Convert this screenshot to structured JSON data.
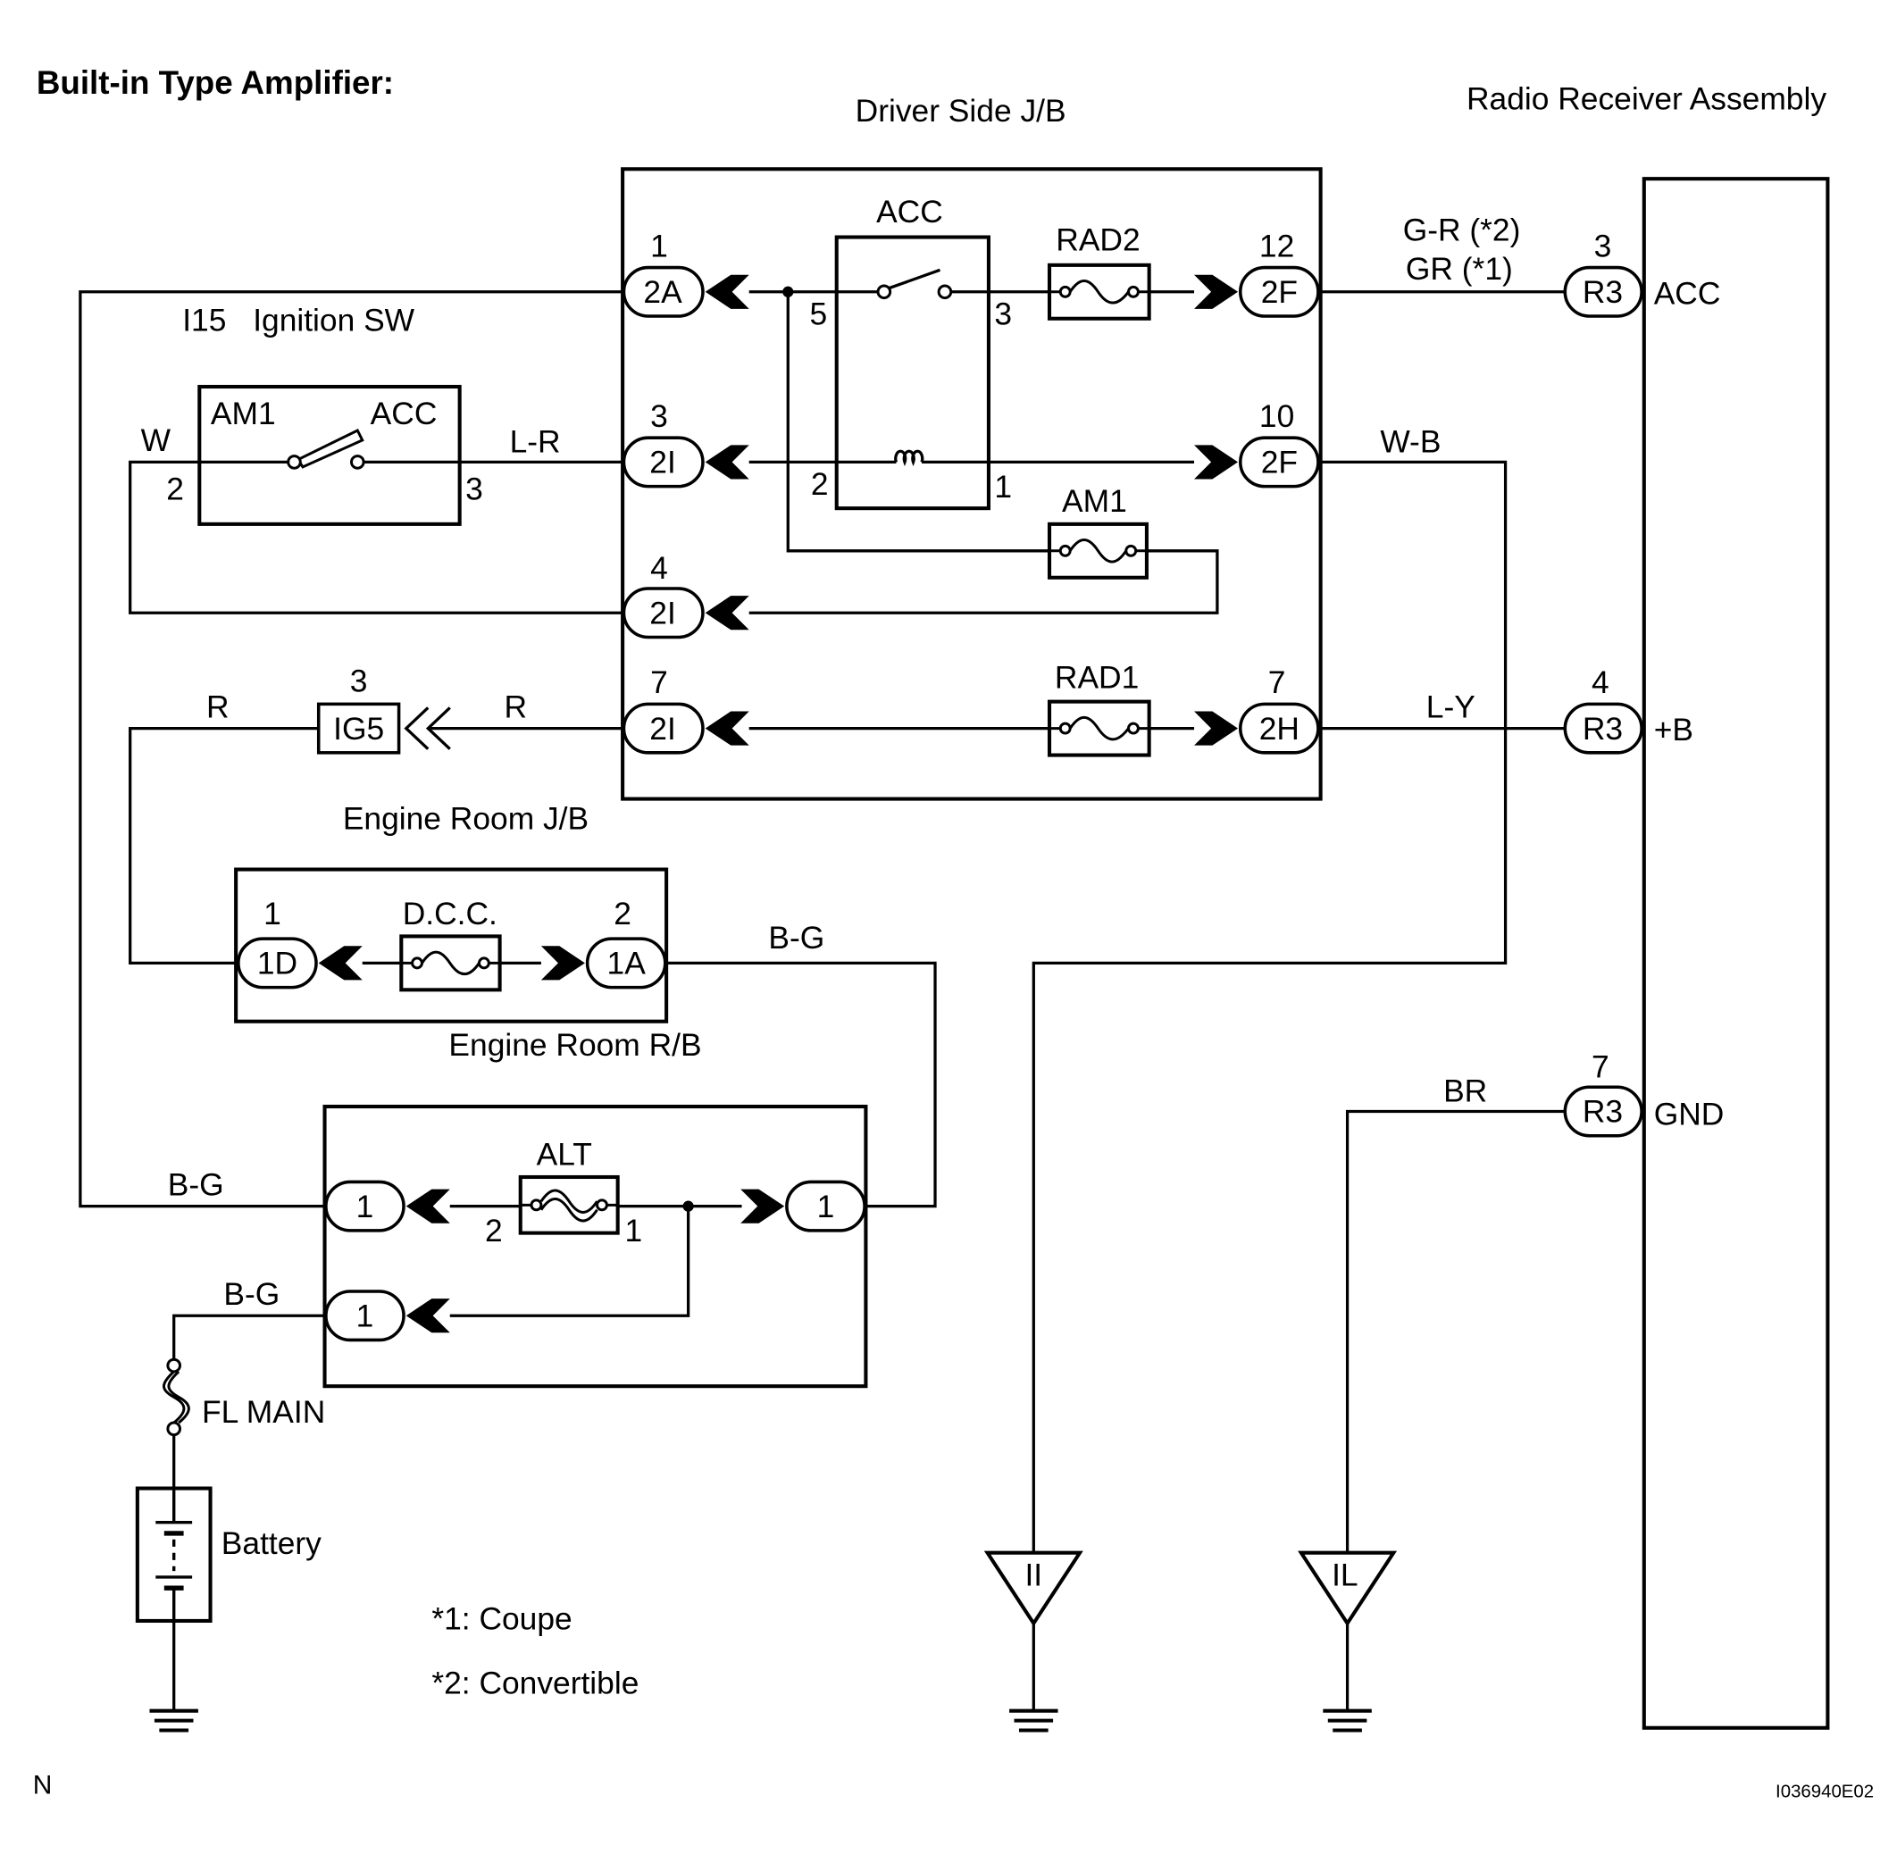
{
  "title": "Built-in Type Amplifier:",
  "driver_side_jb": {
    "label": "Driver Side J/B",
    "acc_relay": {
      "label": "ACC",
      "pin_5": "5",
      "pin_3": "3",
      "pin_2": "2",
      "pin_1": "1"
    },
    "fuse_rad2": "RAD2",
    "fuse_am1": "AM1",
    "fuse_rad1": "RAD1",
    "connectors": [
      {
        "pin": "1",
        "code": "2A"
      },
      {
        "pin": "3",
        "code": "2I"
      },
      {
        "pin": "4",
        "code": "2I"
      },
      {
        "pin": "7",
        "code": "2I"
      },
      {
        "pin": "12",
        "code": "2F"
      },
      {
        "pin": "10",
        "code": "2F"
      },
      {
        "pin": "7",
        "code": "2H"
      }
    ]
  },
  "ignition_switch": {
    "code": "I15",
    "name": "Ignition SW",
    "terminal_am1": "AM1",
    "terminal_acc": "ACC",
    "pin_am1": "2",
    "pin_acc": "3"
  },
  "engine_room_jb": {
    "label": "Engine Room J/B",
    "connector": {
      "pin": "3",
      "code": "IG5"
    }
  },
  "engine_room_rb": {
    "label": "Engine Room R/B",
    "fuse_dcc": "D.C.C.",
    "connectors": [
      {
        "pin": "1",
        "code": "1D"
      },
      {
        "pin": "2",
        "code": "1A"
      }
    ]
  },
  "alt_block": {
    "fuse_alt": "ALT",
    "pin_2": "2",
    "pin_1": "1",
    "connectors": [
      "1",
      "1",
      "1"
    ]
  },
  "radio_receiver": {
    "label": "Radio Receiver Assembly",
    "terminals": [
      {
        "pin": "3",
        "code": "R3",
        "name": "ACC"
      },
      {
        "pin": "4",
        "code": "R3",
        "name": "+B"
      },
      {
        "pin": "7",
        "code": "R3",
        "name": "GND"
      }
    ]
  },
  "wire_colors": {
    "w": "W",
    "l_r": "L-R",
    "g_r": "G-R (*2)",
    "gr": "GR (*1)",
    "w_b": "W-B",
    "l_y": "L-Y",
    "r_left": "R",
    "r_right": "R",
    "b_g_rb": "B-G",
    "b_g_ignition": "B-G",
    "b_g_fl_main": "B-G",
    "br": "BR"
  },
  "power_source": {
    "fl_main": "FL MAIN",
    "battery": "Battery"
  },
  "grounds": {
    "ii": "II",
    "il": "IL"
  },
  "notes": [
    "*1: Coupe",
    "*2: Convertible"
  ],
  "footer": {
    "mark": "N",
    "figure_code": "I036940E02"
  }
}
